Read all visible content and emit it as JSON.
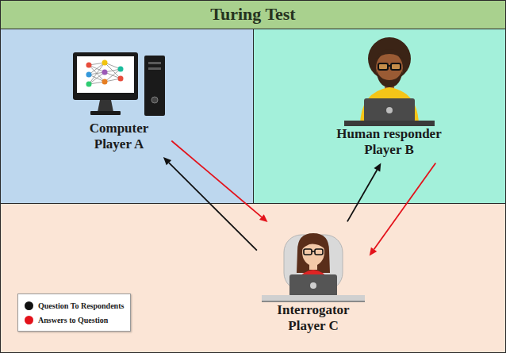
{
  "diagram": {
    "title": "Turing Test",
    "nodes": [
      {
        "text": [
          "Computer Player A"
        ]
      },
      {
        "text": [
          "Human responder Player B"
        ]
      },
      {
        "text": [
          "Interrogator Player C"
        ]
      }
    ],
    "edges": [
      {
        "from": 2,
        "to": 0,
        "arrow": "to"
      },
      {
        "from": 0,
        "to": 2,
        "arrow": "to"
      },
      {
        "from": 2,
        "to": 1,
        "arrow": "to"
      },
      {
        "from": 1,
        "to": 2,
        "arrow": "to"
      }
    ],
    "legend": [
      {
        "text": "Question To Respondents",
        "color": "#111111"
      },
      {
        "text": "Answers to Question",
        "color": "#e3121b"
      }
    ]
  }
}
